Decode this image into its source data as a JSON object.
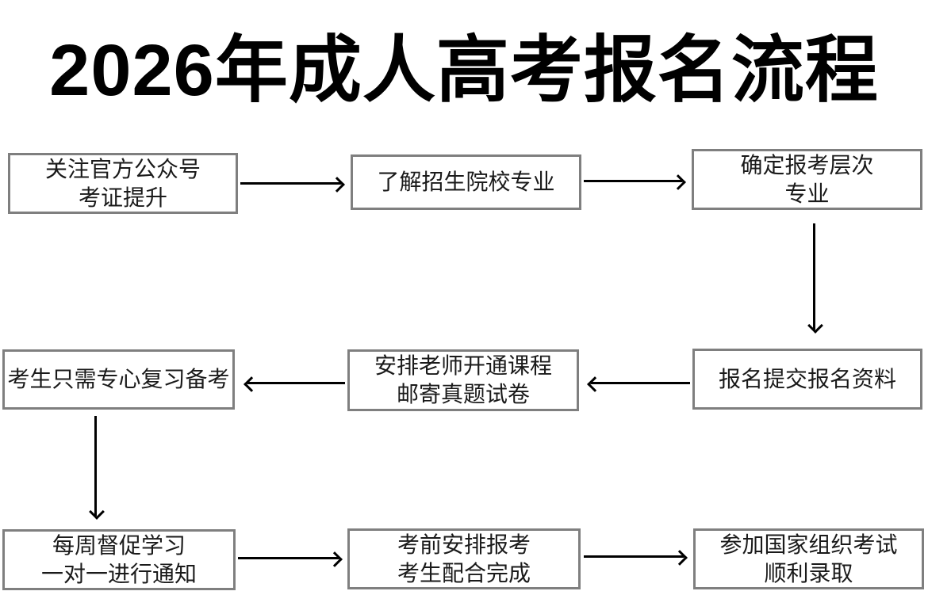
{
  "title": "2026年成人高考报名流程",
  "flow": {
    "step1": {
      "line1": "关注官方公众号",
      "line2": "考证提升"
    },
    "step2": {
      "line1": "了解招生院校专业"
    },
    "step3": {
      "line1": "确定报考层次",
      "line2": "专业"
    },
    "step4": {
      "line1": "报名提交报名资料"
    },
    "step5": {
      "line1": "安排老师开通课程",
      "line2": "邮寄真题试卷"
    },
    "step6": {
      "line1": "考生只需专心复习备考"
    },
    "step7": {
      "line1": "每周督促学习",
      "line2": "一对一进行通知"
    },
    "step8": {
      "line1": "考前安排报考",
      "line2": "考生配合完成"
    },
    "step9": {
      "line1": "参加国家组织考试",
      "line2": "顺利录取"
    }
  },
  "colors": {
    "background": "#ffffff",
    "box_border": "#7f7f7f",
    "box_text": "#1a1a1a",
    "title_text": "#000000",
    "arrow": "#000000"
  }
}
